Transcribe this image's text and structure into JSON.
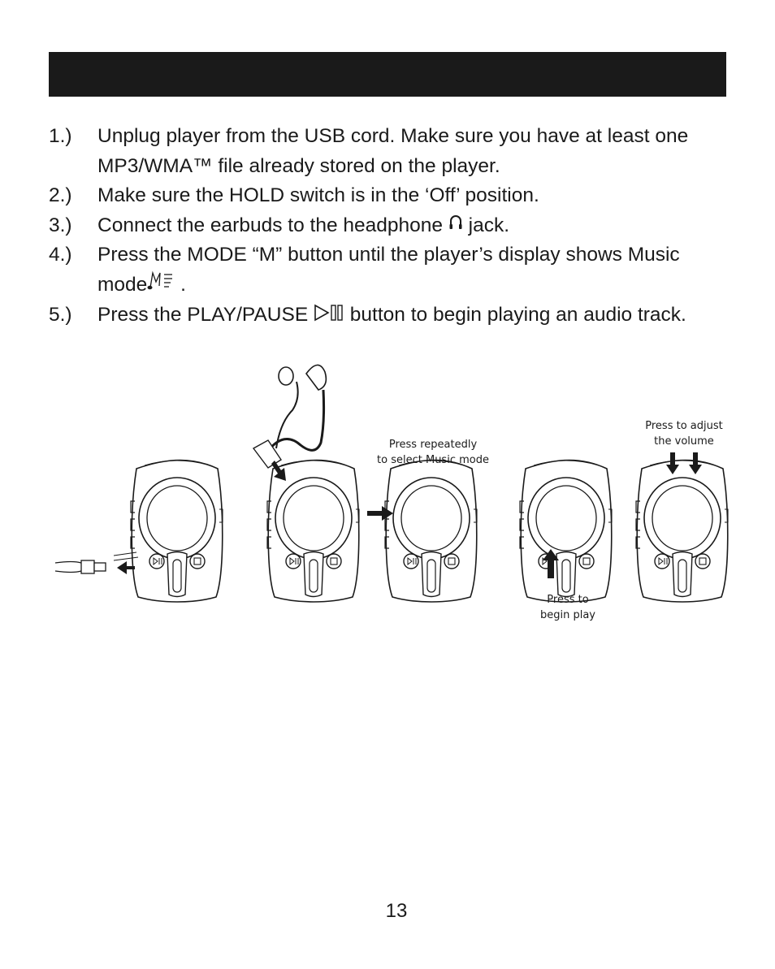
{
  "steps": [
    {
      "num": "1.)",
      "lines": [
        "Unplug player from the USB cord.  Make sure you have at least one",
        "MP3/WMA™ file already stored on the player."
      ]
    },
    {
      "num": "2.)",
      "text": "Make sure the HOLD switch is in the ‘Off’ position."
    },
    {
      "num": "3.)",
      "before": "Connect the earbuds to the headphone ",
      "after": " jack."
    },
    {
      "num": "4.)",
      "line1": "Press the MODE “M” button until the player’s display shows Music",
      "before": "mode",
      "after": " ."
    },
    {
      "num": "5.)",
      "before": "Press the PLAY/PAUSE ",
      "after": " button to begin playing an audio track."
    }
  ],
  "icons": {
    "headphone": "headphone-icon",
    "music_mode": "music-mode-icon",
    "play_pause": "play-pause-icon",
    "arrow": "arrow-icon"
  },
  "captions": {
    "select_mode": "Press repeatedly\nto select Music mode",
    "adjust_volume": "Press to adjust\nthe volume",
    "begin_play": "Press to\nbegin play"
  },
  "page_number": "13"
}
